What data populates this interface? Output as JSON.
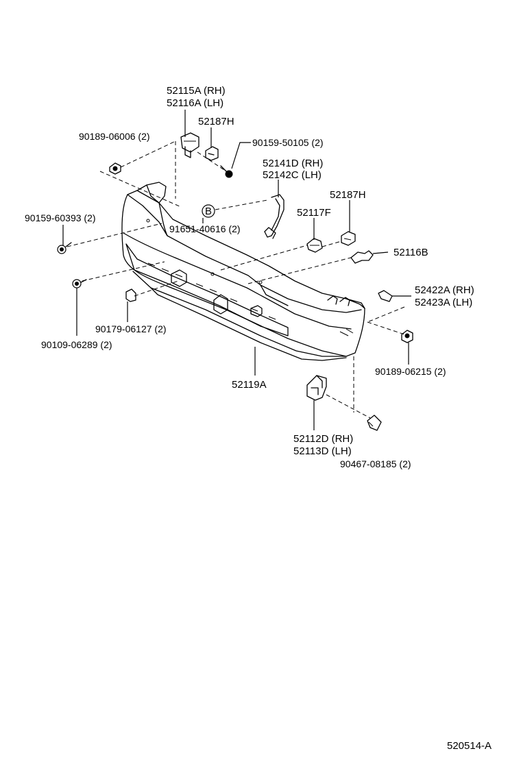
{
  "diagram": {
    "drawing_number": "520514-A",
    "callout_letter": "B",
    "labels": {
      "p52115A": "52115A (RH)",
      "p52116A": "52116A (LH)",
      "p52187H_top": "52187H",
      "p90189_06006": "90189-06006 (2)",
      "p90159_50105": "90159-50105 (2)",
      "p52141D": "52141D (RH)",
      "p52142C": "52142C (LH)",
      "p52187H_right": "52187H",
      "p52117F": "52117F",
      "p90159_60393": "90159-60393 (2)",
      "p91651_40616": "91651-40616 (2)",
      "p52116B": "52116B",
      "p52422A": "52422A (RH)",
      "p52423A": "52423A (LH)",
      "p90179_06127": "90179-06127 (2)",
      "p90109_06289": "90109-06289 (2)",
      "p90189_06215": "90189-06215 (2)",
      "p52119A": "52119A",
      "p52112D": "52112D (RH)",
      "p52113D": "52113D (LH)",
      "p90467_08185": "90467-08185 (2)"
    }
  }
}
